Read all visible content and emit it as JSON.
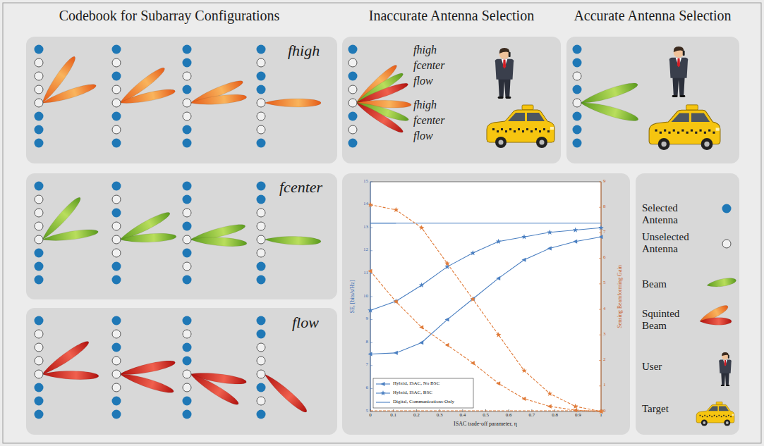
{
  "diagram": {
    "nodes": [
      {
        "text": [
          "Codebook for Subarray Configurations",
          "fhigh"
        ]
      },
      {
        "text": [
          "fcenter"
        ]
      },
      {
        "text": [
          "flow"
        ]
      },
      {
        "text": [
          "Inaccurate Antenna Selection",
          "fhigh",
          "fcenter",
          "flow",
          "fhigh",
          "fcenter",
          "flow"
        ]
      },
      {
        "text": [
          "Accurate Antenna Selection"
        ]
      },
      {
        "text": [
          "SE, [bits/s/Hz]",
          "Sensing Beamforming Gain",
          "ISAC trade-off parameter, η"
        ]
      }
    ],
    "labels": [
      "5",
      "6",
      "7",
      "8",
      "9",
      "10",
      "11",
      "12",
      "13",
      "14",
      "15",
      "0",
      "1",
      "2",
      "3",
      "4",
      "5",
      "6",
      "7",
      "8",
      "9",
      "0",
      "0.1",
      "0.2",
      "0.3",
      "0.4",
      "0.5",
      "0.6",
      "0.7",
      "0.8",
      "0.9",
      "1"
    ],
    "legend": [
      {
        "text": "Hybrid, ISAC, No BSC"
      },
      {
        "text": "Hybrid, ISAC, BSC"
      },
      {
        "text": "Digital, Communications-Only"
      },
      {
        "text": "Selected Antenna"
      },
      {
        "text": "Unselected Antenna"
      },
      {
        "text": "Beam"
      },
      {
        "text": "Squinted Beam"
      },
      {
        "text": "User"
      },
      {
        "text": "Target"
      }
    ]
  }
}
